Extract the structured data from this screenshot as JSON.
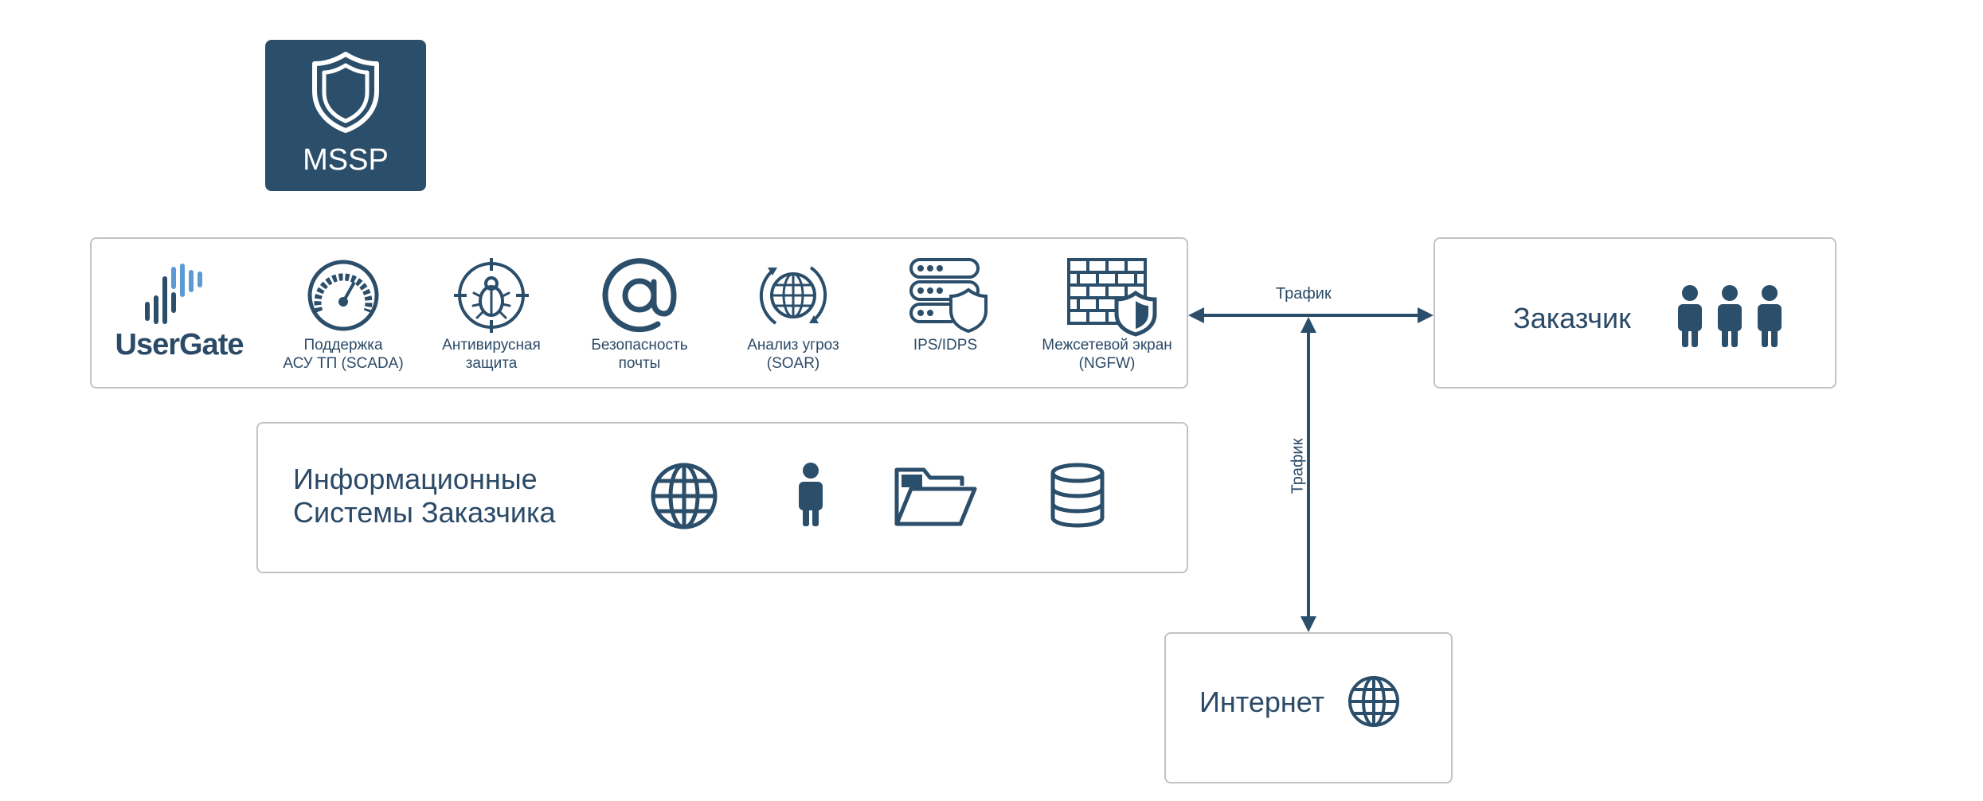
{
  "mssp": {
    "label": "MSSP",
    "icon": "shield-icon"
  },
  "usergate": {
    "logo_text": "UserGate",
    "services": [
      {
        "label": "Поддержка\nАСУ ТП (SCADA)",
        "icon": "gauge-icon"
      },
      {
        "label": "Антивирусная\nзащита",
        "icon": "bug-target-icon"
      },
      {
        "label": "Безопасность\nпочты",
        "icon": "at-sign-icon"
      },
      {
        "label": "Анализ угроз\n(SOAR)",
        "icon": "globe-sync-icon"
      },
      {
        "label": "IPS/IDPS",
        "icon": "server-shield-icon"
      },
      {
        "label": "Межсетевой экран\n(NGFW)",
        "icon": "firewall-shield-icon"
      }
    ]
  },
  "info_systems": {
    "label_line1": "Информационные",
    "label_line2": "Системы Заказчика",
    "icons": [
      "globe-icon",
      "user-icon",
      "folder-icon",
      "database-icon"
    ]
  },
  "customer": {
    "label": "Заказчик",
    "icon": "users-icon"
  },
  "internet": {
    "label": "Интернет",
    "icon": "globe-icon"
  },
  "traffic": {
    "horizontal_label": "Трафик",
    "vertical_label": "Трафик"
  },
  "colors": {
    "primary": "#2b4e6b",
    "logo_accent": "#5b9bd5",
    "border": "#c3c3c3"
  }
}
